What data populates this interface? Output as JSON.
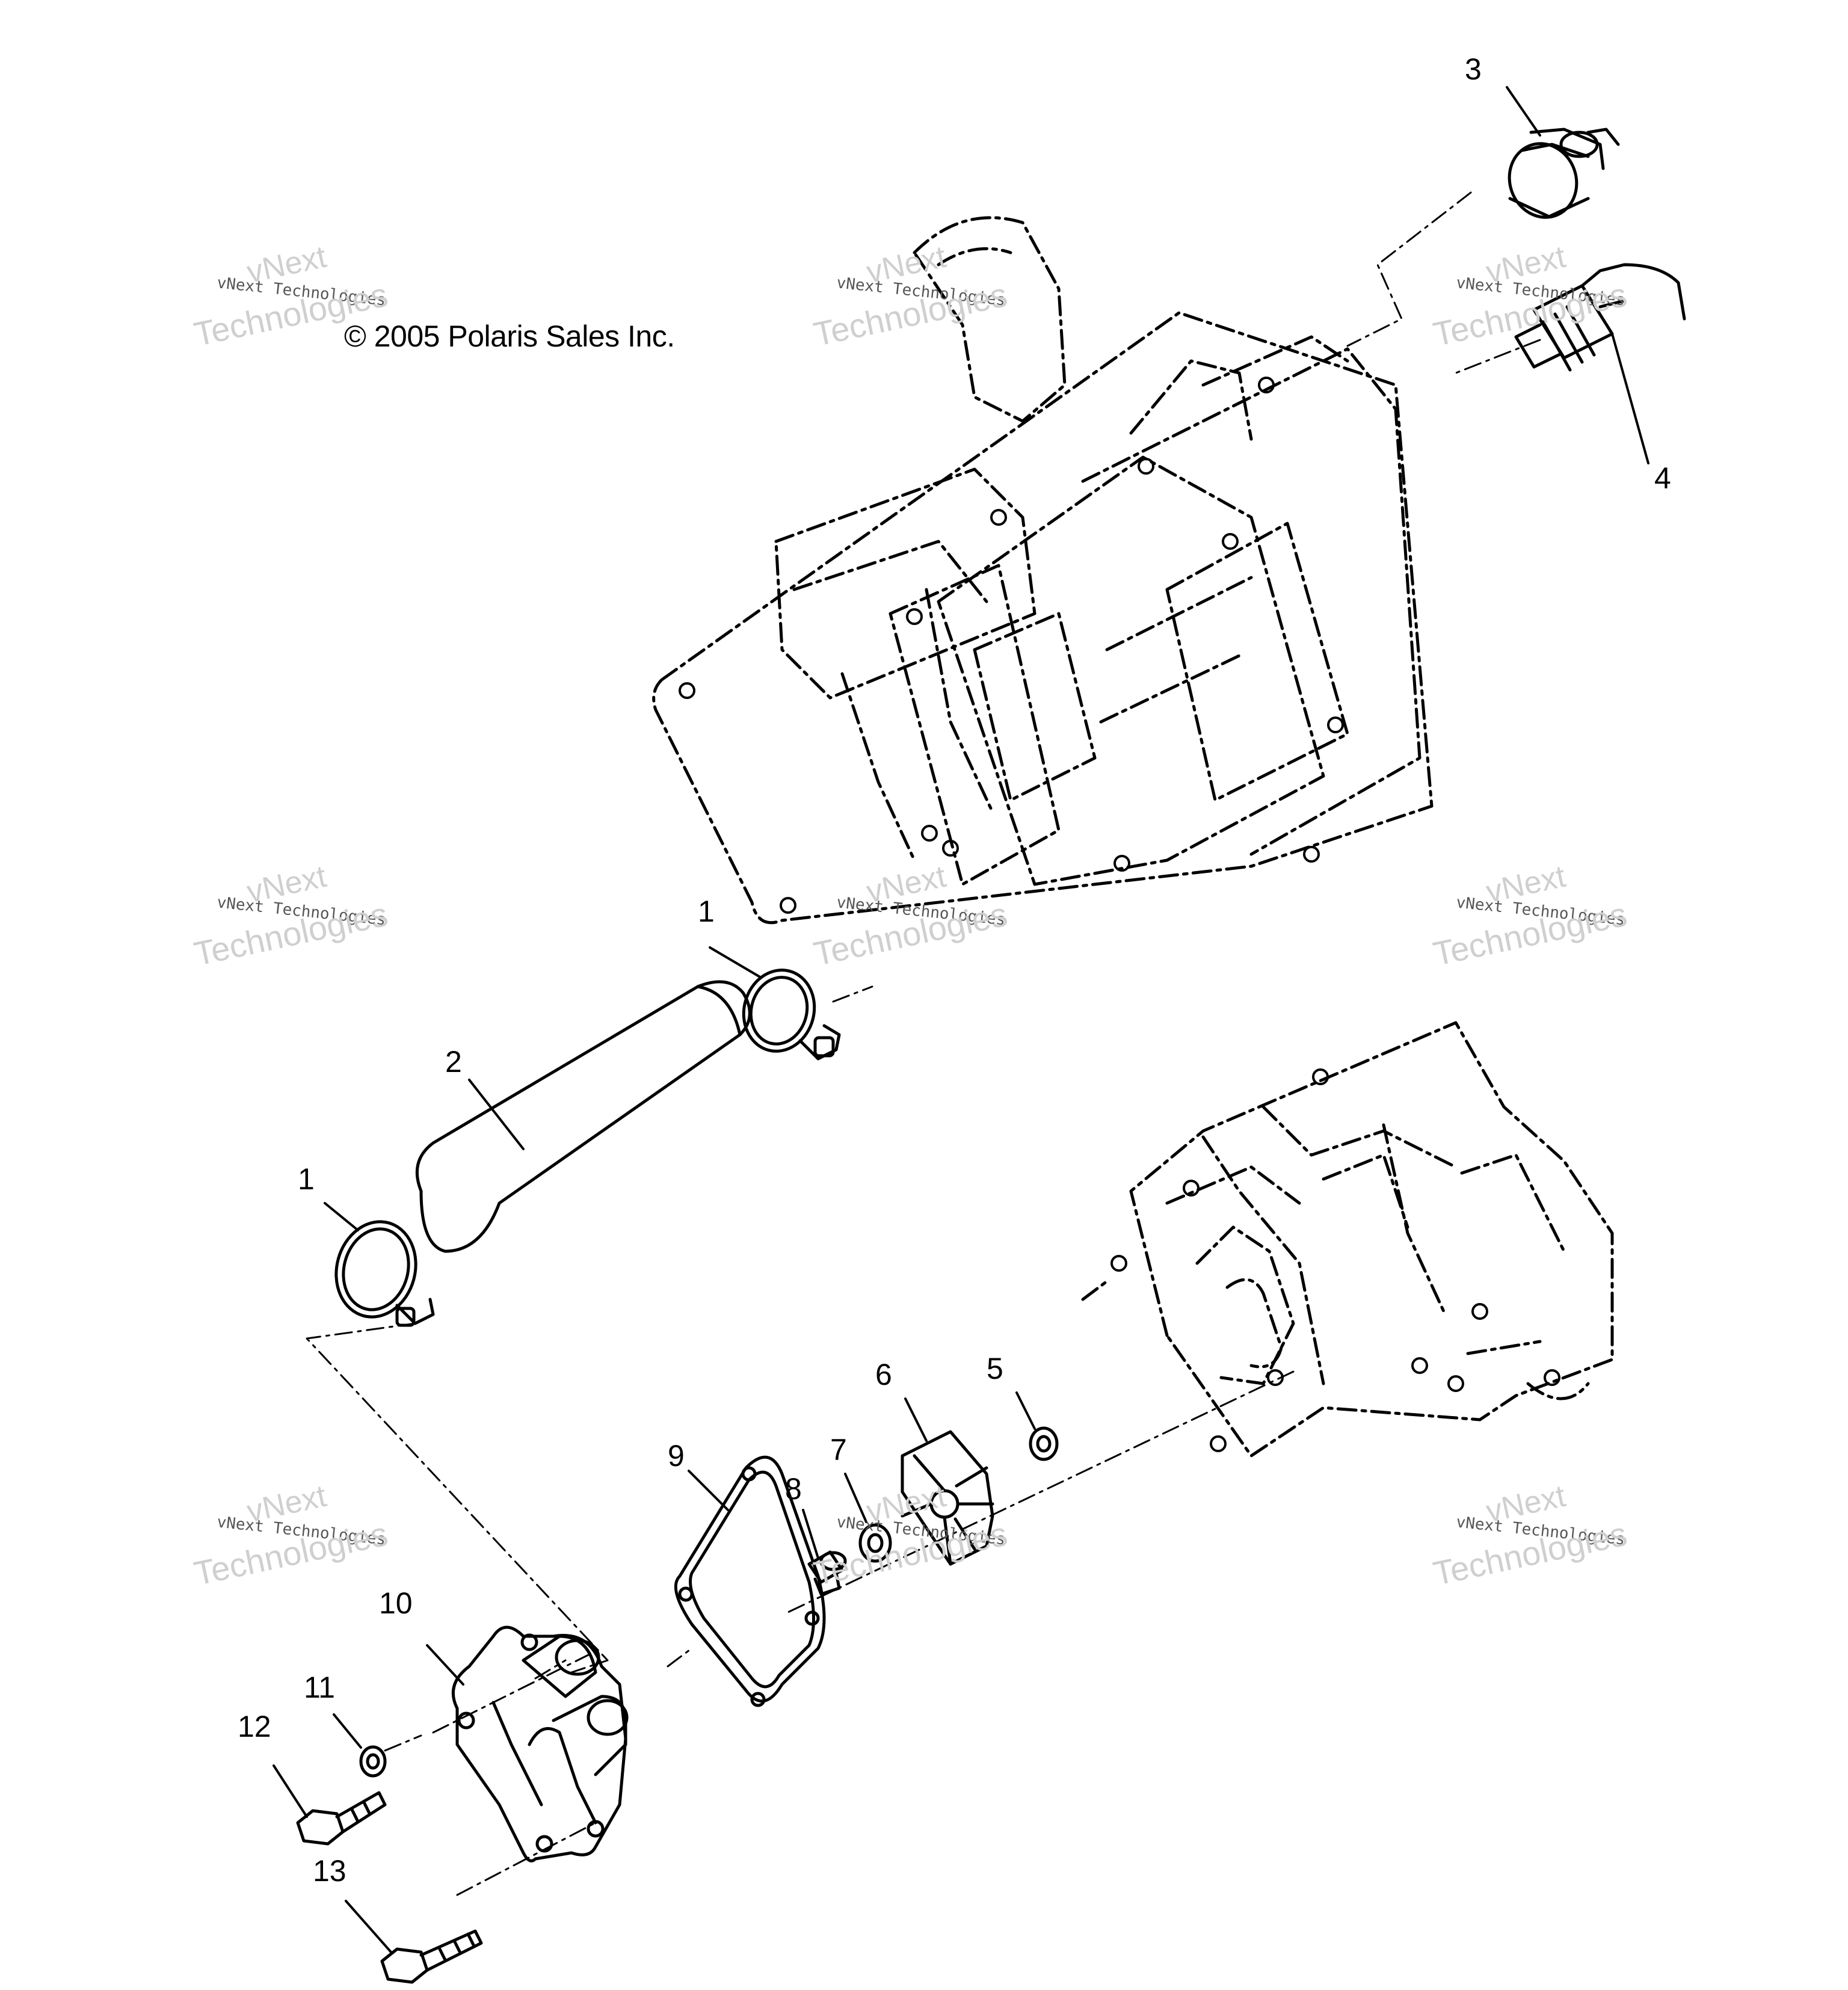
{
  "copyright": "© 2005 Polaris Sales Inc.",
  "watermark": {
    "line1": "vNext",
    "line2": "vNext Technologies",
    "line3": "Technologies"
  },
  "callouts": [
    "1",
    "2",
    "3",
    "4",
    "1",
    "5",
    "6",
    "7",
    "8",
    "9",
    "10",
    "11",
    "12",
    "13"
  ]
}
